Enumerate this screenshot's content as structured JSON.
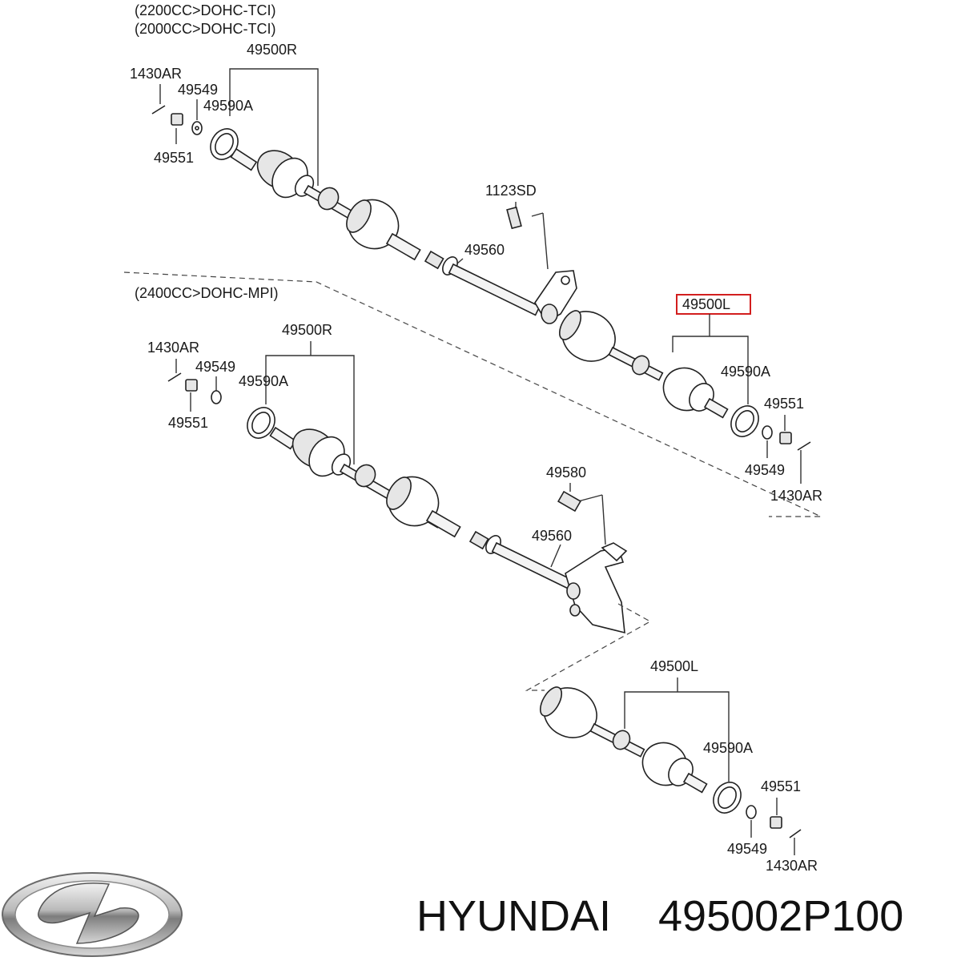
{
  "diagram": {
    "variant_top": {
      "notes": [
        "(2200CC>DOHC-TCI)",
        "(2000CC>DOHC-TCI)"
      ],
      "labels": {
        "assy_r": "49500R",
        "pin_l": "1430AR",
        "washer_l": "49549",
        "ring_l": "49590A",
        "nut_l": "49551",
        "bolt": "1123SD",
        "shaft": "49560",
        "assy_l": "49500L",
        "ring_r": "49590A",
        "nut_r": "49551",
        "washer_r": "49549",
        "pin_r": "1430AR"
      }
    },
    "variant_bottom": {
      "notes": [
        "(2400CC>DOHC-MPI)"
      ],
      "labels": {
        "pin_l": "1430AR",
        "assy_r": "49500R",
        "washer_l": "49549",
        "ring_l": "49590A",
        "nut_l": "49551",
        "bolt": "49580",
        "shaft": "49560",
        "assy_l": "49500L",
        "ring_r": "49590A",
        "nut_r": "49551",
        "washer_r": "49549",
        "pin_r": "1430AR"
      }
    },
    "highlight_part": "49500L",
    "colors": {
      "highlight": "#d21e1e",
      "line": "#222222"
    }
  },
  "footer": {
    "brand_logo": "hyundai-logo",
    "brand": "HYUNDAI",
    "part_number": "495002P100"
  }
}
